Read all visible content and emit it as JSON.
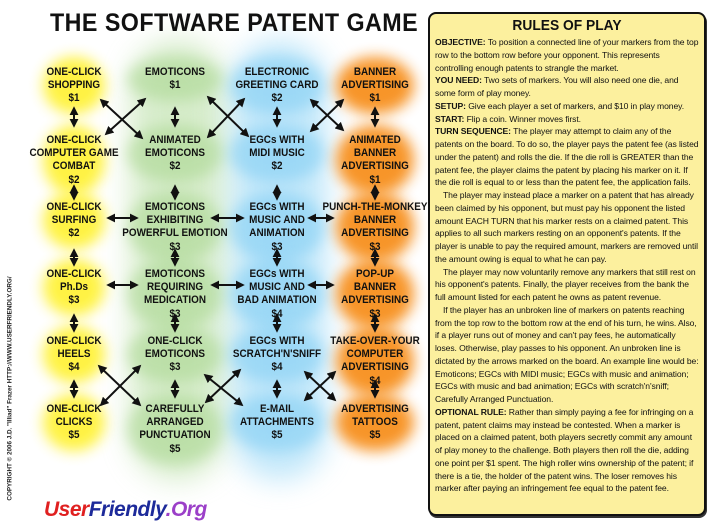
{
  "title": "THE SOFTWARE PATENT GAME",
  "colors": {
    "yellow": "#fff23a",
    "green": "#a8d68e",
    "blue": "#7fcdf3",
    "orange": "#f7901e",
    "rules_bg": "#fcf09e"
  },
  "board": {
    "columns": [
      {
        "theme": "one-click",
        "cells": [
          {
            "name": "ONE-CLICK\nSHOPPING",
            "fee": "$1"
          },
          {
            "name": "ONE-CLICK\nCOMPUTER GAME\nCOMBAT",
            "fee": "$2"
          },
          {
            "name": "ONE-CLICK\nSURFING",
            "fee": "$2"
          },
          {
            "name": "ONE-CLICK\nPh.Ds",
            "fee": "$3"
          },
          {
            "name": "ONE-CLICK\nHEELS",
            "fee": "$4"
          },
          {
            "name": "ONE-CLICK\nCLICKS",
            "fee": "$5"
          }
        ]
      },
      {
        "theme": "emoticons",
        "cells": [
          {
            "name": "EMOTICONS",
            "fee": "$1"
          },
          {
            "name": "ANIMATED\nEMOTICONS",
            "fee": "$2"
          },
          {
            "name": "EMOTICONS\nEXHIBITING\nPOWERFUL EMOTION",
            "fee": "$3"
          },
          {
            "name": "EMOTICONS\nREQUIRING\nMEDICATION",
            "fee": "$3"
          },
          {
            "name": "ONE-CLICK\nEMOTICONS",
            "fee": "$3"
          },
          {
            "name": "CAREFULLY\nARRANGED\nPUNCTUATION",
            "fee": "$5"
          }
        ]
      },
      {
        "theme": "greeting-cards",
        "cells": [
          {
            "name": "ELECTRONIC\nGREETING CARD",
            "fee": "$2"
          },
          {
            "name": "EGCs WITH\nMIDI MUSIC",
            "fee": "$2"
          },
          {
            "name": "EGCs WITH\nMUSIC AND\nANIMATION",
            "fee": "$3"
          },
          {
            "name": "EGCs WITH\nMUSIC AND\nBAD ANIMATION",
            "fee": "$4"
          },
          {
            "name": "EGCs WITH\nSCRATCH'N'SNIFF",
            "fee": "$4"
          },
          {
            "name": "E-MAIL\nATTACHMENTS",
            "fee": "$5"
          }
        ]
      },
      {
        "theme": "advertising",
        "cells": [
          {
            "name": "BANNER\nADVERTISING",
            "fee": "$1"
          },
          {
            "name": "ANIMATED\nBANNER\nADVERTISING",
            "fee": "$1"
          },
          {
            "name": "PUNCH-THE-MONKEY\nBANNER\nADVERTISING",
            "fee": "$3"
          },
          {
            "name": "POP-UP\nBANNER\nADVERTISING",
            "fee": "$3"
          },
          {
            "name": "TAKE-OVER-YOUR\nCOMPUTER\nADVERTISING",
            "fee": "$4"
          },
          {
            "name": "ADVERTISING\nTATTOOS",
            "fee": "$5"
          }
        ]
      }
    ]
  },
  "rules": {
    "title": "RULES OF PLAY",
    "paragraphs": [
      {
        "label": "OBJECTIVE:",
        "text": " To position a connected line of your markers from the top row to the bottom row before your opponent. This represents controlling enough patents to strangle the market."
      },
      {
        "label": "YOU NEED:",
        "text": " Two sets of markers. You will also need one die, and some form of play money."
      },
      {
        "label": "SETUP:",
        "text": " Give each player a set of markers, and $10 in play money."
      },
      {
        "label": "START:",
        "text": " Flip a coin. Winner moves first."
      },
      {
        "label": "TURN SEQUENCE:",
        "text": " The player may attempt to claim any of the patents on the board. To do so, the player pays the patent fee (as listed under the patent) and rolls the die. If the die roll is GREATER than the patent fee, the player claims the patent by placing his marker on it. If the die roll is equal to or less than the patent fee, the application fails."
      },
      {
        "label": "",
        "text": "The player may instead place a marker on a patent that has already been claimed by his opponent, but must pay his opponent the listed amount EACH TURN that his marker rests on a claimed patent. This applies to all such markers resting on an opponent's patents. If the player is unable to pay the required amount, markers are removed until the amount owing is equal to what he can pay."
      },
      {
        "label": "",
        "text": "The player may now voluntarily remove any markers that still rest on his opponent's patents. Finally, the player receives from the bank the full amount listed for each patent he owns as patent revenue."
      },
      {
        "label": "",
        "text": "If the player has an unbroken line of markers on patents reaching from the top row to the bottom row at the end of his turn, he wins. Also, if a player runs out of money and can't pay fees, he automatically loses. Otherwise, play passes to his opponent. An unbroken line is dictated by the arrows marked on the board. An example line would be: Emoticons; EGCs with MIDI music; EGCs with music and animation; EGCs with music and bad animation; EGCs with scratch'n'sniff; Carefully Arranged Punctuation."
      },
      {
        "label": "OPTIONAL RULE:",
        "text": " Rather than simply paying a fee for infringing on a patent, patent claims may instead be contested. When a marker is placed on a claimed patent, both players secretly commit any amount of play money to the challenge. Both players then roll the die, adding one point per $1 spent. The high roller wins ownership of the patent; if there is a tie, the holder of the patent wins. The loser removes his marker after paying an infringement fee equal to the patent fee."
      }
    ]
  },
  "copyright": "COPYRIGHT © 2006 J.D. \"Illiad\" Frazer   HTTP://WWW.USERFRIENDLY.ORG/",
  "logo": {
    "part1": "User",
    "part2": "Friendly",
    "part3": ".Org"
  }
}
